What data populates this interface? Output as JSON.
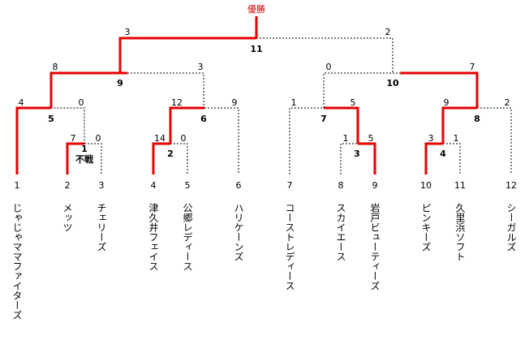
{
  "champion_label": "優勝",
  "teams": [
    {
      "seed": "1",
      "name": "じゃじゃママファイターズ"
    },
    {
      "seed": "2",
      "name": "メッツ"
    },
    {
      "seed": "3",
      "name": "チェリーズ"
    },
    {
      "seed": "4",
      "name": "津久井フェイス"
    },
    {
      "seed": "5",
      "name": "公郷レディース"
    },
    {
      "seed": "6",
      "name": "ハリケーンズ"
    },
    {
      "seed": "7",
      "name": "コーストレディース"
    },
    {
      "seed": "8",
      "name": "スカイエース"
    },
    {
      "seed": "9",
      "name": "岩戸ビューティーズ"
    },
    {
      "seed": "10",
      "name": "ピンキーズ"
    },
    {
      "seed": "11",
      "name": "久里浜ソフト"
    },
    {
      "seed": "12",
      "name": "シーガルズ"
    }
  ],
  "matches": [
    {
      "no": "1",
      "left_score": "7",
      "right_score": "0",
      "note": "不戦"
    },
    {
      "no": "2",
      "left_score": "14",
      "right_score": "0"
    },
    {
      "no": "3",
      "left_score": "1",
      "right_score": "5"
    },
    {
      "no": "4",
      "left_score": "3",
      "right_score": "1"
    },
    {
      "no": "5",
      "left_score": "4",
      "right_score": "0"
    },
    {
      "no": "6",
      "left_score": "12",
      "right_score": "9"
    },
    {
      "no": "7",
      "left_score": "1",
      "right_score": "5"
    },
    {
      "no": "8",
      "left_score": "9",
      "right_score": "2"
    },
    {
      "no": "9",
      "left_score": "8",
      "right_score": "3"
    },
    {
      "no": "10",
      "left_score": "0",
      "right_score": "7"
    },
    {
      "no": "11",
      "left_score": "3",
      "right_score": "2"
    }
  ],
  "colors": {
    "winner": "#e60000",
    "loser": "#000000"
  }
}
